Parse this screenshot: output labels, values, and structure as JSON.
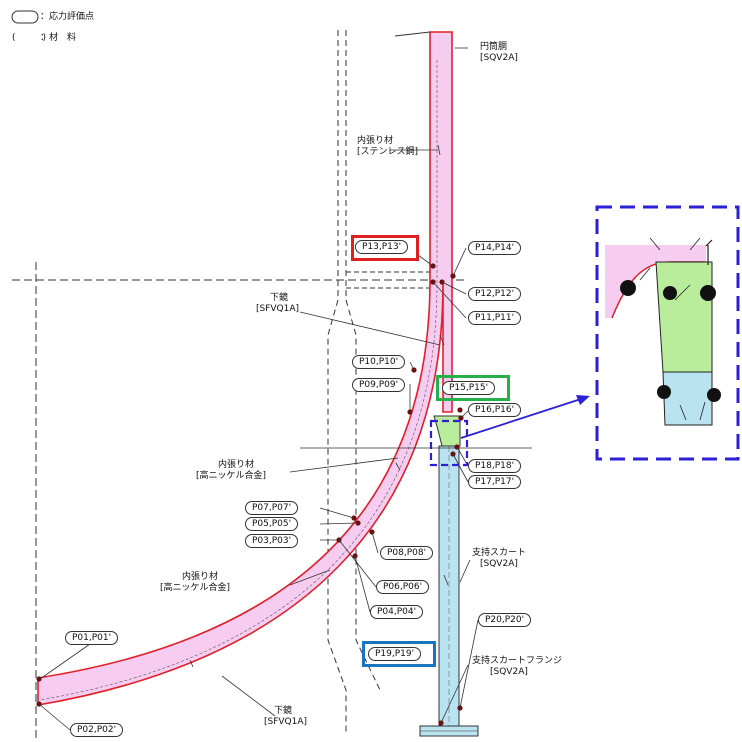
{
  "legend": {
    "point_text": "：応力評価点",
    "material_text": "：材　料",
    "material_bracket": "(　　　)"
  },
  "components": {
    "cylinder": {
      "name": "円筒胴",
      "material": "[SQV2A]"
    },
    "inner_lining_upper": {
      "name": "内張り材",
      "material": "[ステンレス鋼]"
    },
    "lower_mirror_upper": {
      "name": "下鏡",
      "material": "[SFVQ1A]"
    },
    "inner_lining_mid": {
      "name": "内張り材",
      "material": "[高ニッケル合金]"
    },
    "inner_lining_low": {
      "name": "内張り材",
      "material": "[高ニッケル合金]"
    },
    "skirt": {
      "name": "支持スカート",
      "material": "[SQV2A]"
    },
    "skirt_flange": {
      "name": "支持スカートフランジ",
      "material": "[SQV2A]"
    },
    "lower_mirror_bottom": {
      "name": "下鏡",
      "material": "[SFVQ1A]"
    }
  },
  "points": {
    "p13": "P13,P13'",
    "p14": "P14,P14'",
    "p12": "P12,P12'",
    "p11": "P11,P11'",
    "p10": "P10,P10'",
    "p09": "P09,P09'",
    "p15": "P15,P15'",
    "p16": "P16,P16'",
    "p18": "P18,P18'",
    "p17": "P17,P17'",
    "p07": "P07,P07'",
    "p05": "P05,P05'",
    "p03": "P03,P03'",
    "p08": "P08,P08'",
    "p06": "P06,P06'",
    "p04": "P04,P04'",
    "p01": "P01,P01'",
    "p02": "P02,P02'",
    "p20": "P20,P20'",
    "p19": "P19,P19'"
  },
  "colors": {
    "upper_region": "#f6cdf0",
    "red_outline": "#e0202a",
    "junction_fill": "#b9ec9b",
    "skirt_fill": "#b9e3f0",
    "red_box": "#e02020",
    "green_box": "#27b04a",
    "blue_box": "#1b75bc",
    "zoom_dash": "#2b1fd8"
  }
}
